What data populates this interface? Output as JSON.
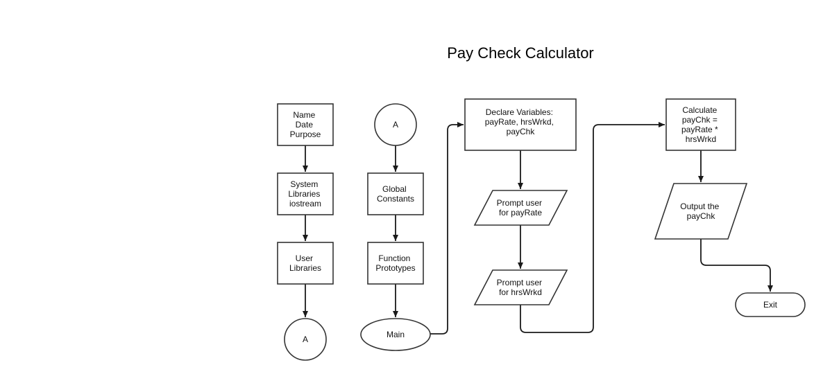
{
  "title": "Pay Check Calculator",
  "nodes": {
    "header_box": [
      "Name",
      "Date",
      "Purpose"
    ],
    "system_libraries": [
      "System",
      "Libraries",
      "iostream"
    ],
    "user_libraries": [
      "User",
      "Libraries"
    ],
    "connector_a_out": [
      "A"
    ],
    "connector_a_in": [
      "A"
    ],
    "global_constants": [
      "Global",
      "Constants"
    ],
    "function_prototypes": [
      "Function",
      "Prototypes"
    ],
    "main": [
      "Main"
    ],
    "declare_variables": [
      "Declare Variables:",
      "payRate, hrsWrkd,",
      "payChk"
    ],
    "prompt_payrate": [
      "Prompt user",
      "for payRate"
    ],
    "prompt_hrswrkd": [
      "Prompt user",
      "for hrsWrkd"
    ],
    "calculate": [
      "Calculate",
      "payChk =",
      "payRate *",
      "hrsWrkd"
    ],
    "output": [
      "Output the",
      "payChk"
    ],
    "exit": [
      "Exit"
    ]
  }
}
